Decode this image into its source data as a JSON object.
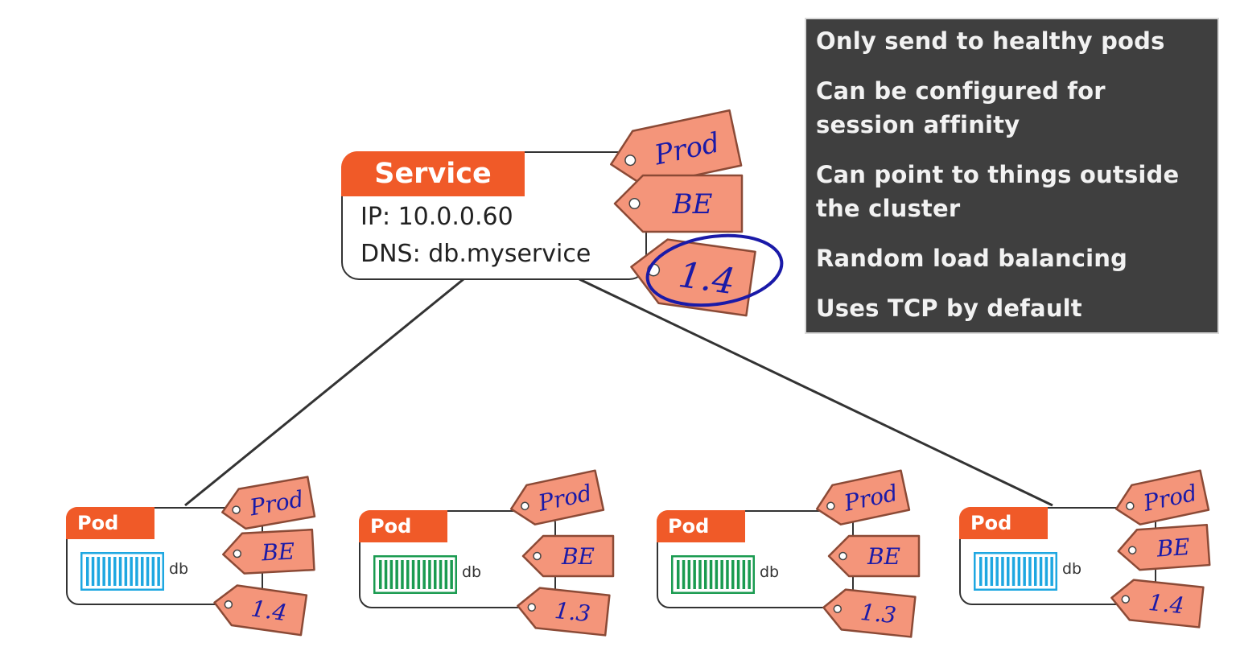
{
  "info_panel": {
    "items": [
      "Only send to healthy pods",
      "Can be configured for session affinity",
      "Can point to things outside the cluster",
      "Random load balancing",
      "Uses TCP by default"
    ]
  },
  "service": {
    "title": "Service",
    "ip": "IP: 10.0.0.60",
    "dns": "DNS: db.myservice",
    "labels": [
      "Prod",
      "BE",
      "1.4"
    ]
  },
  "pods": [
    {
      "title": "Pod",
      "container": "db",
      "container_color": "#1ea7e1",
      "labels": [
        "Prod",
        "BE",
        "1.4"
      ]
    },
    {
      "title": "Pod",
      "container": "db",
      "container_color": "#1a9b50",
      "labels": [
        "Prod",
        "BE",
        "1.3"
      ]
    },
    {
      "title": "Pod",
      "container": "db",
      "container_color": "#1a9b50",
      "labels": [
        "Prod",
        "BE",
        "1.3"
      ]
    },
    {
      "title": "Pod",
      "container": "db",
      "container_color": "#1ea7e1",
      "labels": [
        "Prod",
        "BE",
        "1.4"
      ]
    }
  ],
  "colors": {
    "accent": "#f05a28",
    "tag_fill": "#f4957a",
    "tag_stroke": "#8b4a36",
    "ink": "#1a1aa8",
    "panel": "#3f3f3f"
  }
}
